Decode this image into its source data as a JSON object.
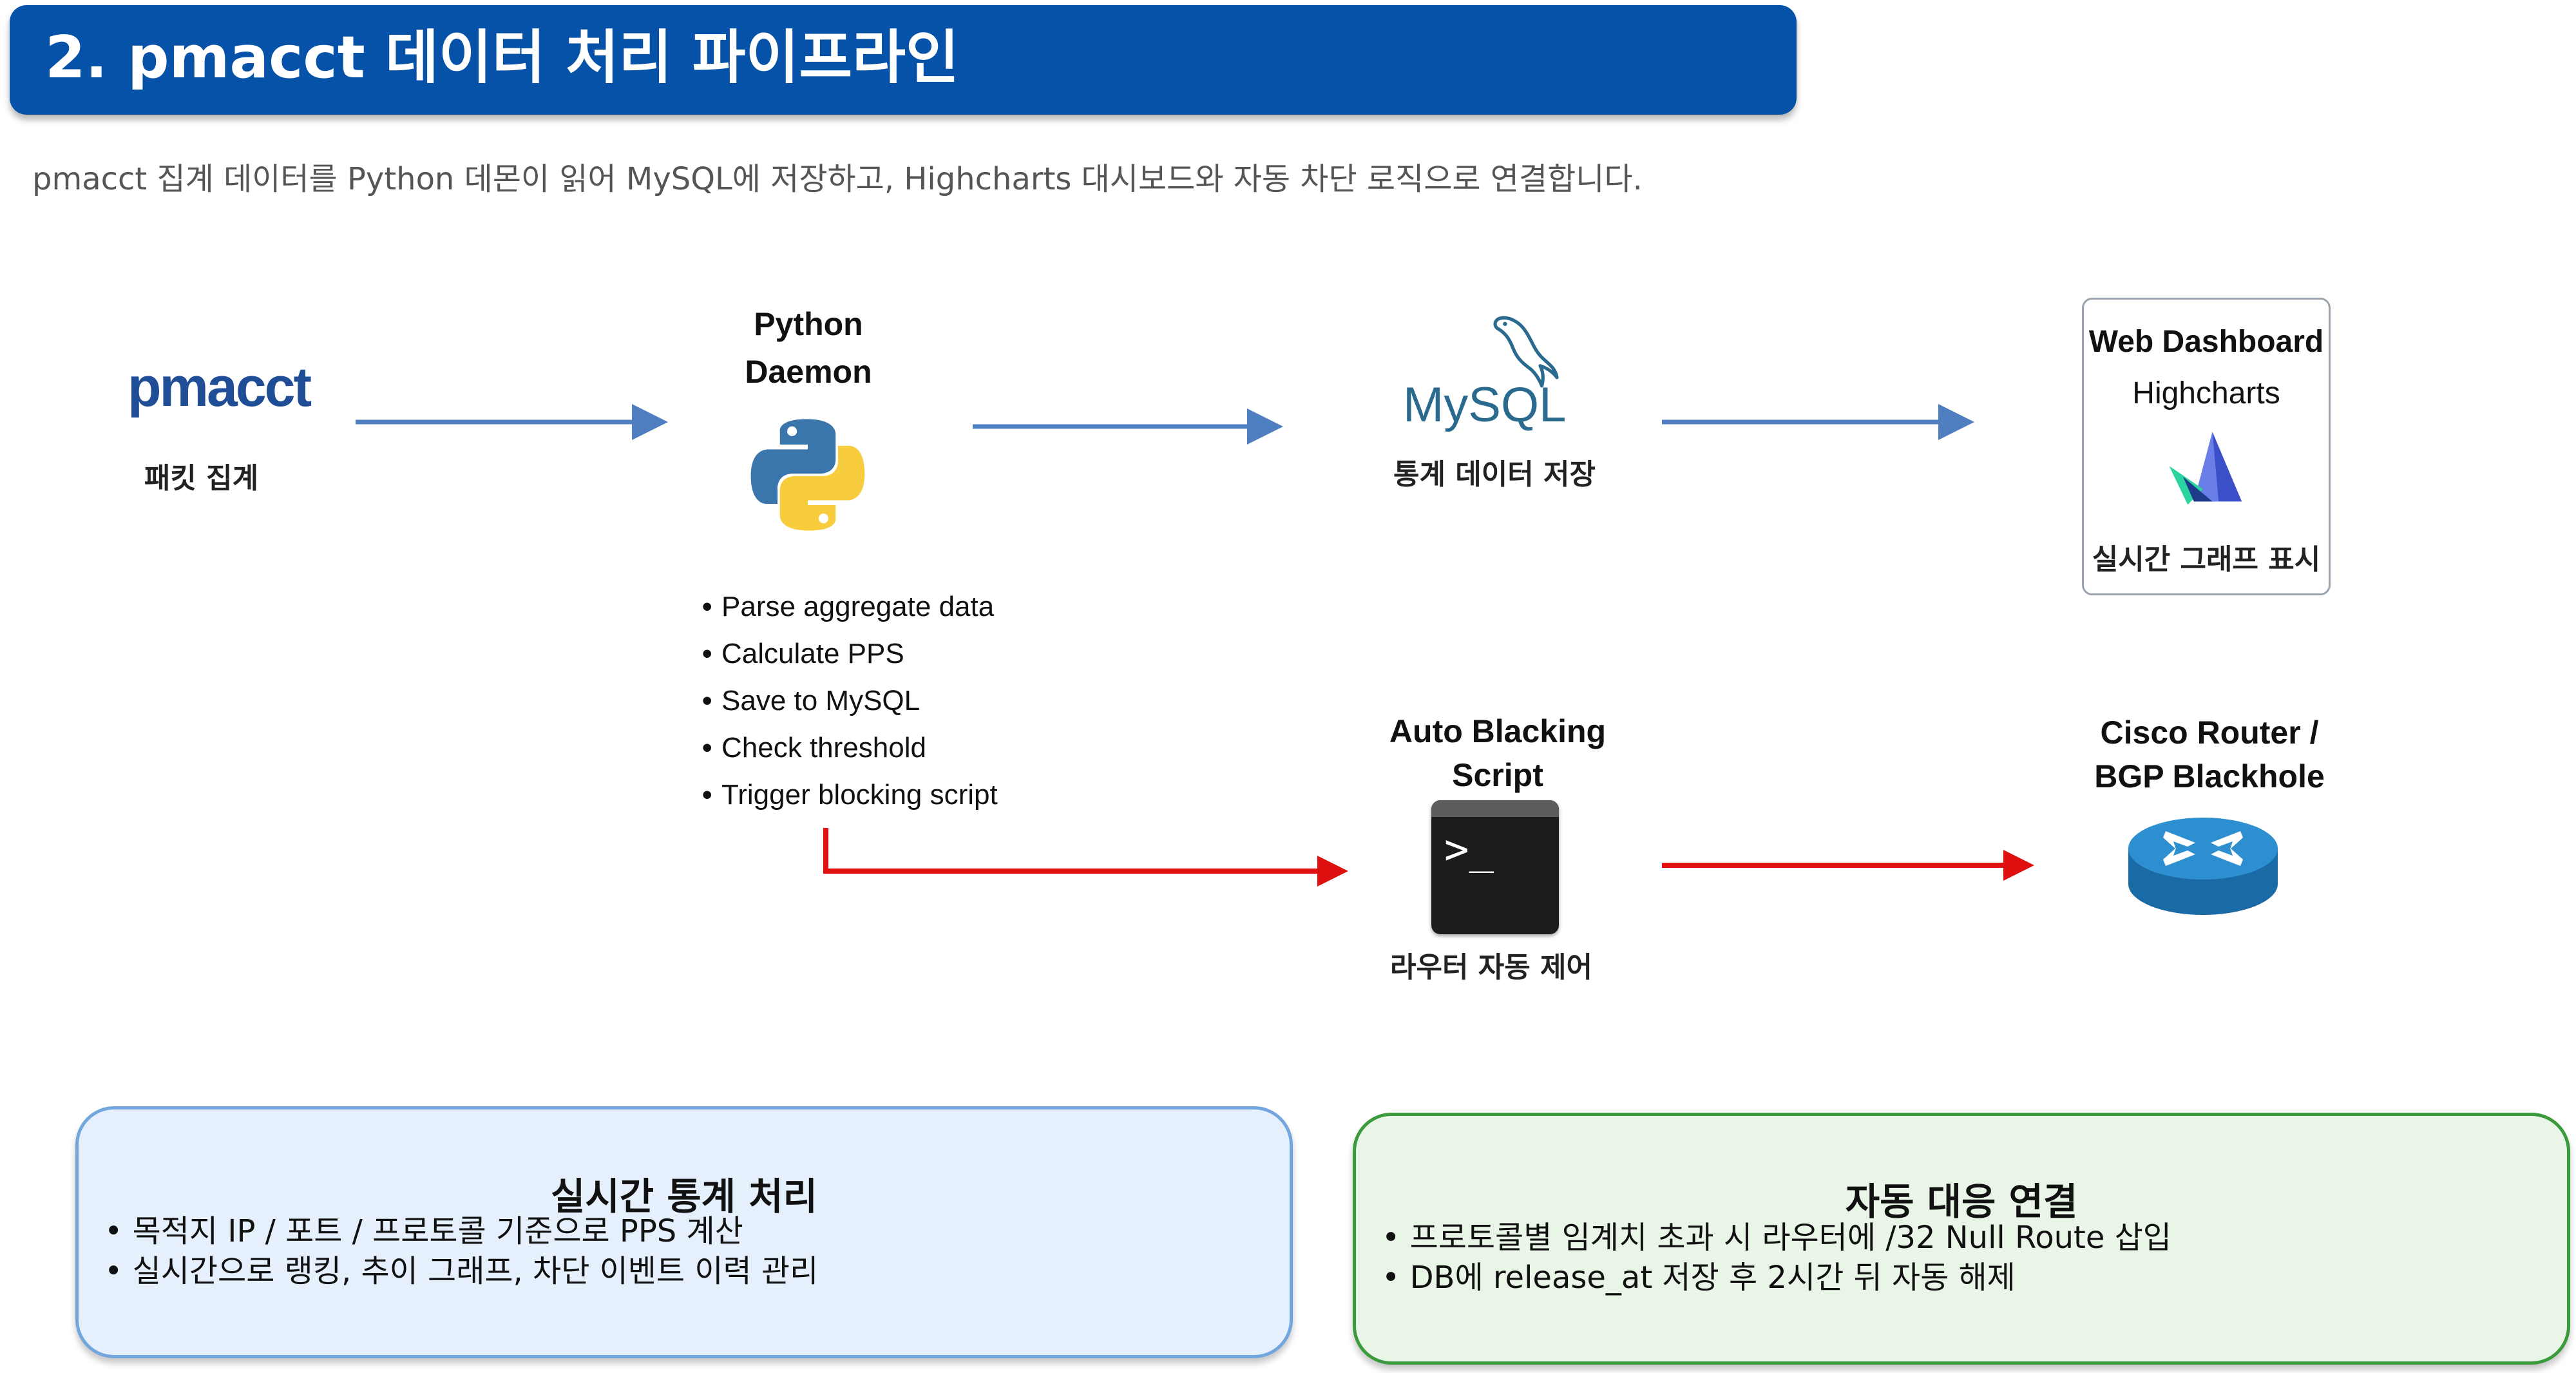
{
  "header": {
    "title": "2. pmacct 데이터 처리 파이프라인",
    "subtitle": "pmacct 집계 데이터를 Python 데몬이 읽어 MySQL에 저장하고, Highcharts 대시보드와 자동 차단 로직으로 연결합니다."
  },
  "diagram": {
    "pmacct": {
      "logo_text": "pmacct",
      "caption": "패킷 집계"
    },
    "python": {
      "title_line1": "Python",
      "title_line2": "Daemon",
      "steps": [
        "Parse aggregate data",
        "Calculate PPS",
        "Save to MySQL",
        "Check threshold",
        "Trigger blocking script"
      ]
    },
    "mysql": {
      "logo_text": "MySQL",
      "caption": "통계 데이터 저장"
    },
    "dashboard": {
      "title_line1": "Web Dashboard",
      "title_line2": "Highcharts",
      "caption": "실시간 그래프 표시"
    },
    "script": {
      "title_line1": "Auto Blacking",
      "title_line2": "Script",
      "prompt": ">_",
      "caption": "라우터 자동 제어"
    },
    "router": {
      "title_line1": "Cisco Router /",
      "title_line2": "BGP Blackhole"
    },
    "colors": {
      "flow_arrow": "#4f7fc0",
      "block_arrow": "#e01010",
      "title_bar": "#0652a8"
    }
  },
  "cards": {
    "stats": {
      "title": "실시간 통계 처리",
      "items": [
        "• 목적지 IP / 포트 / 프로토콜 기준으로 PPS 계산",
        "• 실시간으로 랭킹, 추이 그래프, 차단 이벤트 이력 관리"
      ]
    },
    "response": {
      "title": "자동 대응 연결",
      "items": [
        "• 프로토콜별 임계치 초과 시 라우터에 /32 Null Route 삽입",
        "• DB에 release_at 저장 후 2시간 뒤 자동 해제"
      ]
    }
  }
}
